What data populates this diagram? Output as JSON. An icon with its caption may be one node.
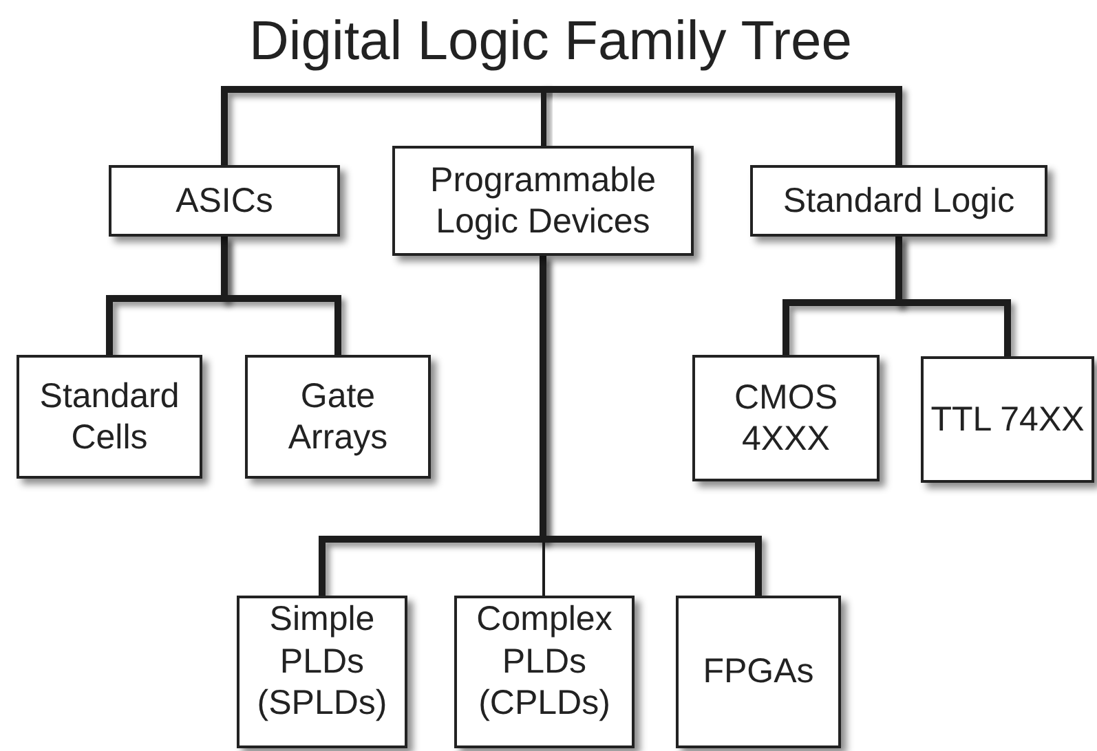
{
  "diagram": {
    "nodes": [
      {
        "text": [
          "Digital Logic Family Tree"
        ]
      },
      {
        "text": [
          "ASICs"
        ]
      },
      {
        "text": [
          "Programmable Logic Devices"
        ]
      },
      {
        "text": [
          "Standard Logic"
        ]
      },
      {
        "text": [
          "Standard Cells"
        ]
      },
      {
        "text": [
          "Gate Arrays"
        ]
      },
      {
        "text": [
          "CMOS 4XXX"
        ]
      },
      {
        "text": [
          "TTL 74XX"
        ]
      },
      {
        "text": [
          "Simple PLDs (SPLDs)"
        ]
      },
      {
        "text": [
          "Complex PLDs (CPLDs)"
        ]
      },
      {
        "text": [
          "FPGAs"
        ]
      }
    ],
    "edges": [
      {
        "from": 0,
        "to": 1,
        "arrow": "none"
      },
      {
        "from": 0,
        "to": 2,
        "arrow": "none"
      },
      {
        "from": 0,
        "to": 3,
        "arrow": "none"
      },
      {
        "from": 1,
        "to": 4,
        "arrow": "none"
      },
      {
        "from": 1,
        "to": 5,
        "arrow": "none"
      },
      {
        "from": 3,
        "to": 6,
        "arrow": "none"
      },
      {
        "from": 3,
        "to": 7,
        "arrow": "none"
      },
      {
        "from": 2,
        "to": 8,
        "arrow": "none"
      },
      {
        "from": 2,
        "to": 9,
        "arrow": "none"
      },
      {
        "from": 2,
        "to": 10,
        "arrow": "none"
      }
    ]
  }
}
